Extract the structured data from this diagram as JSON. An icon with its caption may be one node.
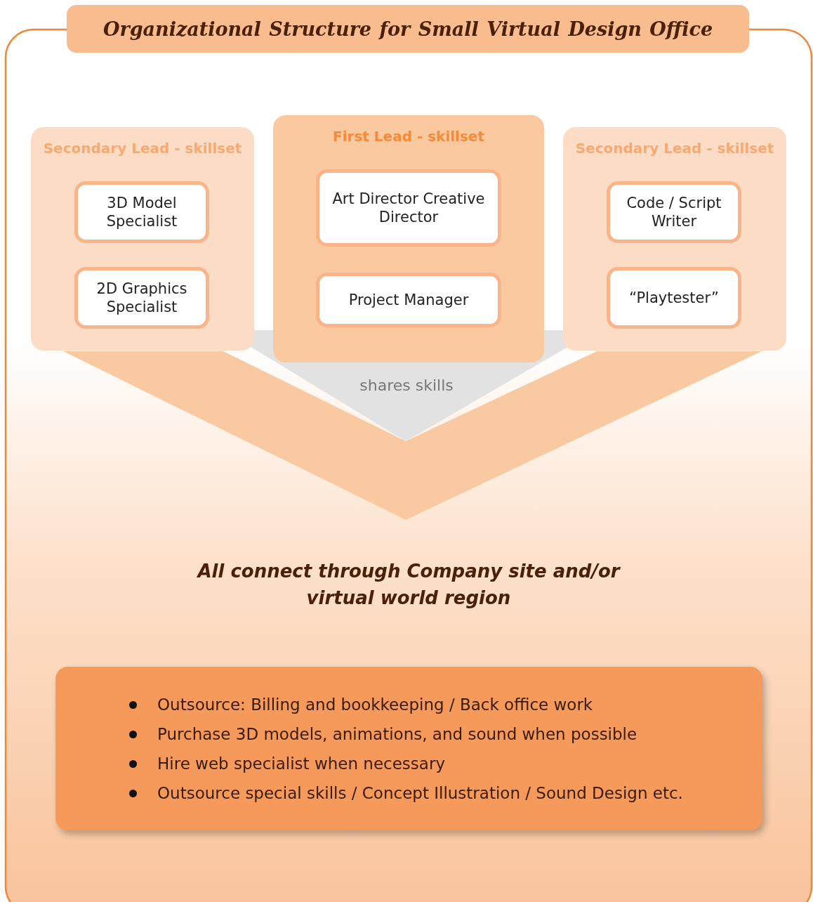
{
  "diagram": {
    "title": "Organizational Structure for Small Virtual Design Office",
    "nodes": [
      {
        "text": [
          "Secondary Lead - skillset"
        ]
      },
      {
        "text": [
          "3D Model Specialist"
        ],
        "in": 0
      },
      {
        "text": [
          "2D Graphics Specialist"
        ],
        "in": 0
      },
      {
        "text": [
          "First Lead - skillset"
        ]
      },
      {
        "text": [
          "Art Director Creative Director"
        ],
        "in": 3
      },
      {
        "text": [
          "Project Manager"
        ],
        "in": 3
      },
      {
        "text": [
          "Secondary Lead - skillset"
        ]
      },
      {
        "text": [
          "Code / Script Writer"
        ],
        "in": 6
      },
      {
        "text": [
          "“Playtester”"
        ],
        "in": 6
      },
      {
        "text": [
          "Outsource: Billing and bookkeeping / Back office work",
          "Purchase 3D models, animations, and sound when possible",
          "Hire web specialist when necessary",
          "Outsource special skills / Concept Illustration / Sound Design etc."
        ]
      }
    ],
    "edges": [],
    "labels": [
      "shares skills",
      "All connect through Company site and/or virtual world region"
    ]
  }
}
